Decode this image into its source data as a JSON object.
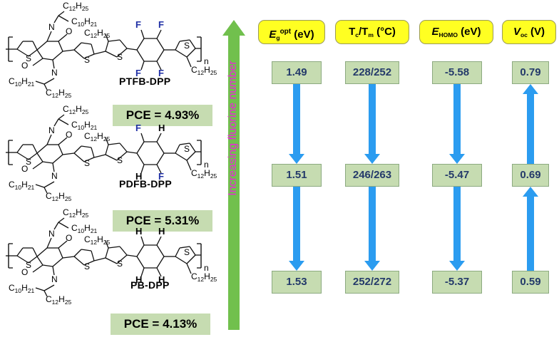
{
  "polymers": [
    {
      "name": "PTFB-DPP",
      "pce": "PCE = 4.93%",
      "ring_atoms": [
        "F",
        "F",
        "F",
        "F"
      ],
      "labels": {
        "C12H25_top": "C12H25",
        "C10H21_top": "C10H21",
        "C12H25_mid": "C12H25",
        "C10H21_bot": "C10H21",
        "C12H25_bot": "C12H25",
        "C12H25_right": "C12H25",
        "N_top": "N",
        "N_bot": "N",
        "O_top": "O",
        "O_bot": "O",
        "S1": "S",
        "S2": "S",
        "S3": "S",
        "S4": "S",
        "n": "n"
      }
    },
    {
      "name": "PDFB-DPP",
      "pce": "PCE = 5.31%",
      "ring_atoms": [
        "F",
        "H",
        "H",
        "F"
      ],
      "labels": {
        "C12H25_top": "C12H25",
        "C10H21_top": "C10H21",
        "C12H25_mid": "C12H25",
        "C10H21_bot": "C10H21",
        "C12H25_bot": "C12H25",
        "C12H25_right": "C12H25",
        "N_top": "N",
        "N_bot": "N",
        "O_top": "O",
        "O_bot": "O",
        "S1": "S",
        "S2": "S",
        "S3": "S",
        "S4": "S",
        "n": "n"
      }
    },
    {
      "name": "PB-DPP",
      "pce": "PCE = 4.13%",
      "ring_atoms": [
        "H",
        "H",
        "H",
        "H"
      ],
      "labels": {
        "C12H25_top": "C12H25",
        "C10H21_top": "C10H21",
        "C12H25_mid": "C12H25",
        "C10H21_bot": "C10H21",
        "C12H25_bot": "C12H25",
        "C12H25_right": "C12H25",
        "N_top": "N",
        "N_bot": "N",
        "O_top": "O",
        "O_bot": "O",
        "S1": "S",
        "S2": "S",
        "S3": "S",
        "S4": "S",
        "n": "n"
      }
    }
  ],
  "arrow_label": "Increasing fluorine number",
  "columns": [
    {
      "id": "eg",
      "header": "Eg^opt (eV)",
      "values": [
        "1.49",
        "1.51",
        "1.53"
      ],
      "arrow_direction": "down"
    },
    {
      "id": "tctm",
      "header": "Tc/Tm (°C)",
      "values": [
        "228/252",
        "246/263",
        "252/272"
      ],
      "arrow_direction": "down"
    },
    {
      "id": "homo",
      "header": "EHOMO (eV)",
      "values": [
        "-5.58",
        "-5.47",
        "-5.37"
      ],
      "arrow_direction": "down"
    },
    {
      "id": "voc",
      "header": "Voc (V)",
      "values": [
        "0.79",
        "0.69",
        "0.59"
      ],
      "arrow_direction": "up"
    }
  ],
  "header_parts": {
    "eg": {
      "main": "E",
      "sub": "g",
      "sup": "opt",
      "unit": " (eV)"
    },
    "tctm": {
      "a": "T",
      "a_sub": "c",
      "slash": "/T",
      "b_sub": "m",
      "unit": " (°C)"
    },
    "homo": {
      "main": "E",
      "sub": "HOMO",
      "unit": " (eV)"
    },
    "voc": {
      "main": "V",
      "sub": "oc",
      "unit": " (V)"
    }
  },
  "colors": {
    "header_fill": "#ffff22",
    "value_fill": "#c6dcb1",
    "value_text": "#243a6a",
    "pce_fill": "#c6dcb1",
    "vertical_arrow": "#71c04d",
    "trend_arrow": "#2b9cf0",
    "arrow_text": "#ee22dd",
    "fluorine": "#1f2fa5"
  }
}
